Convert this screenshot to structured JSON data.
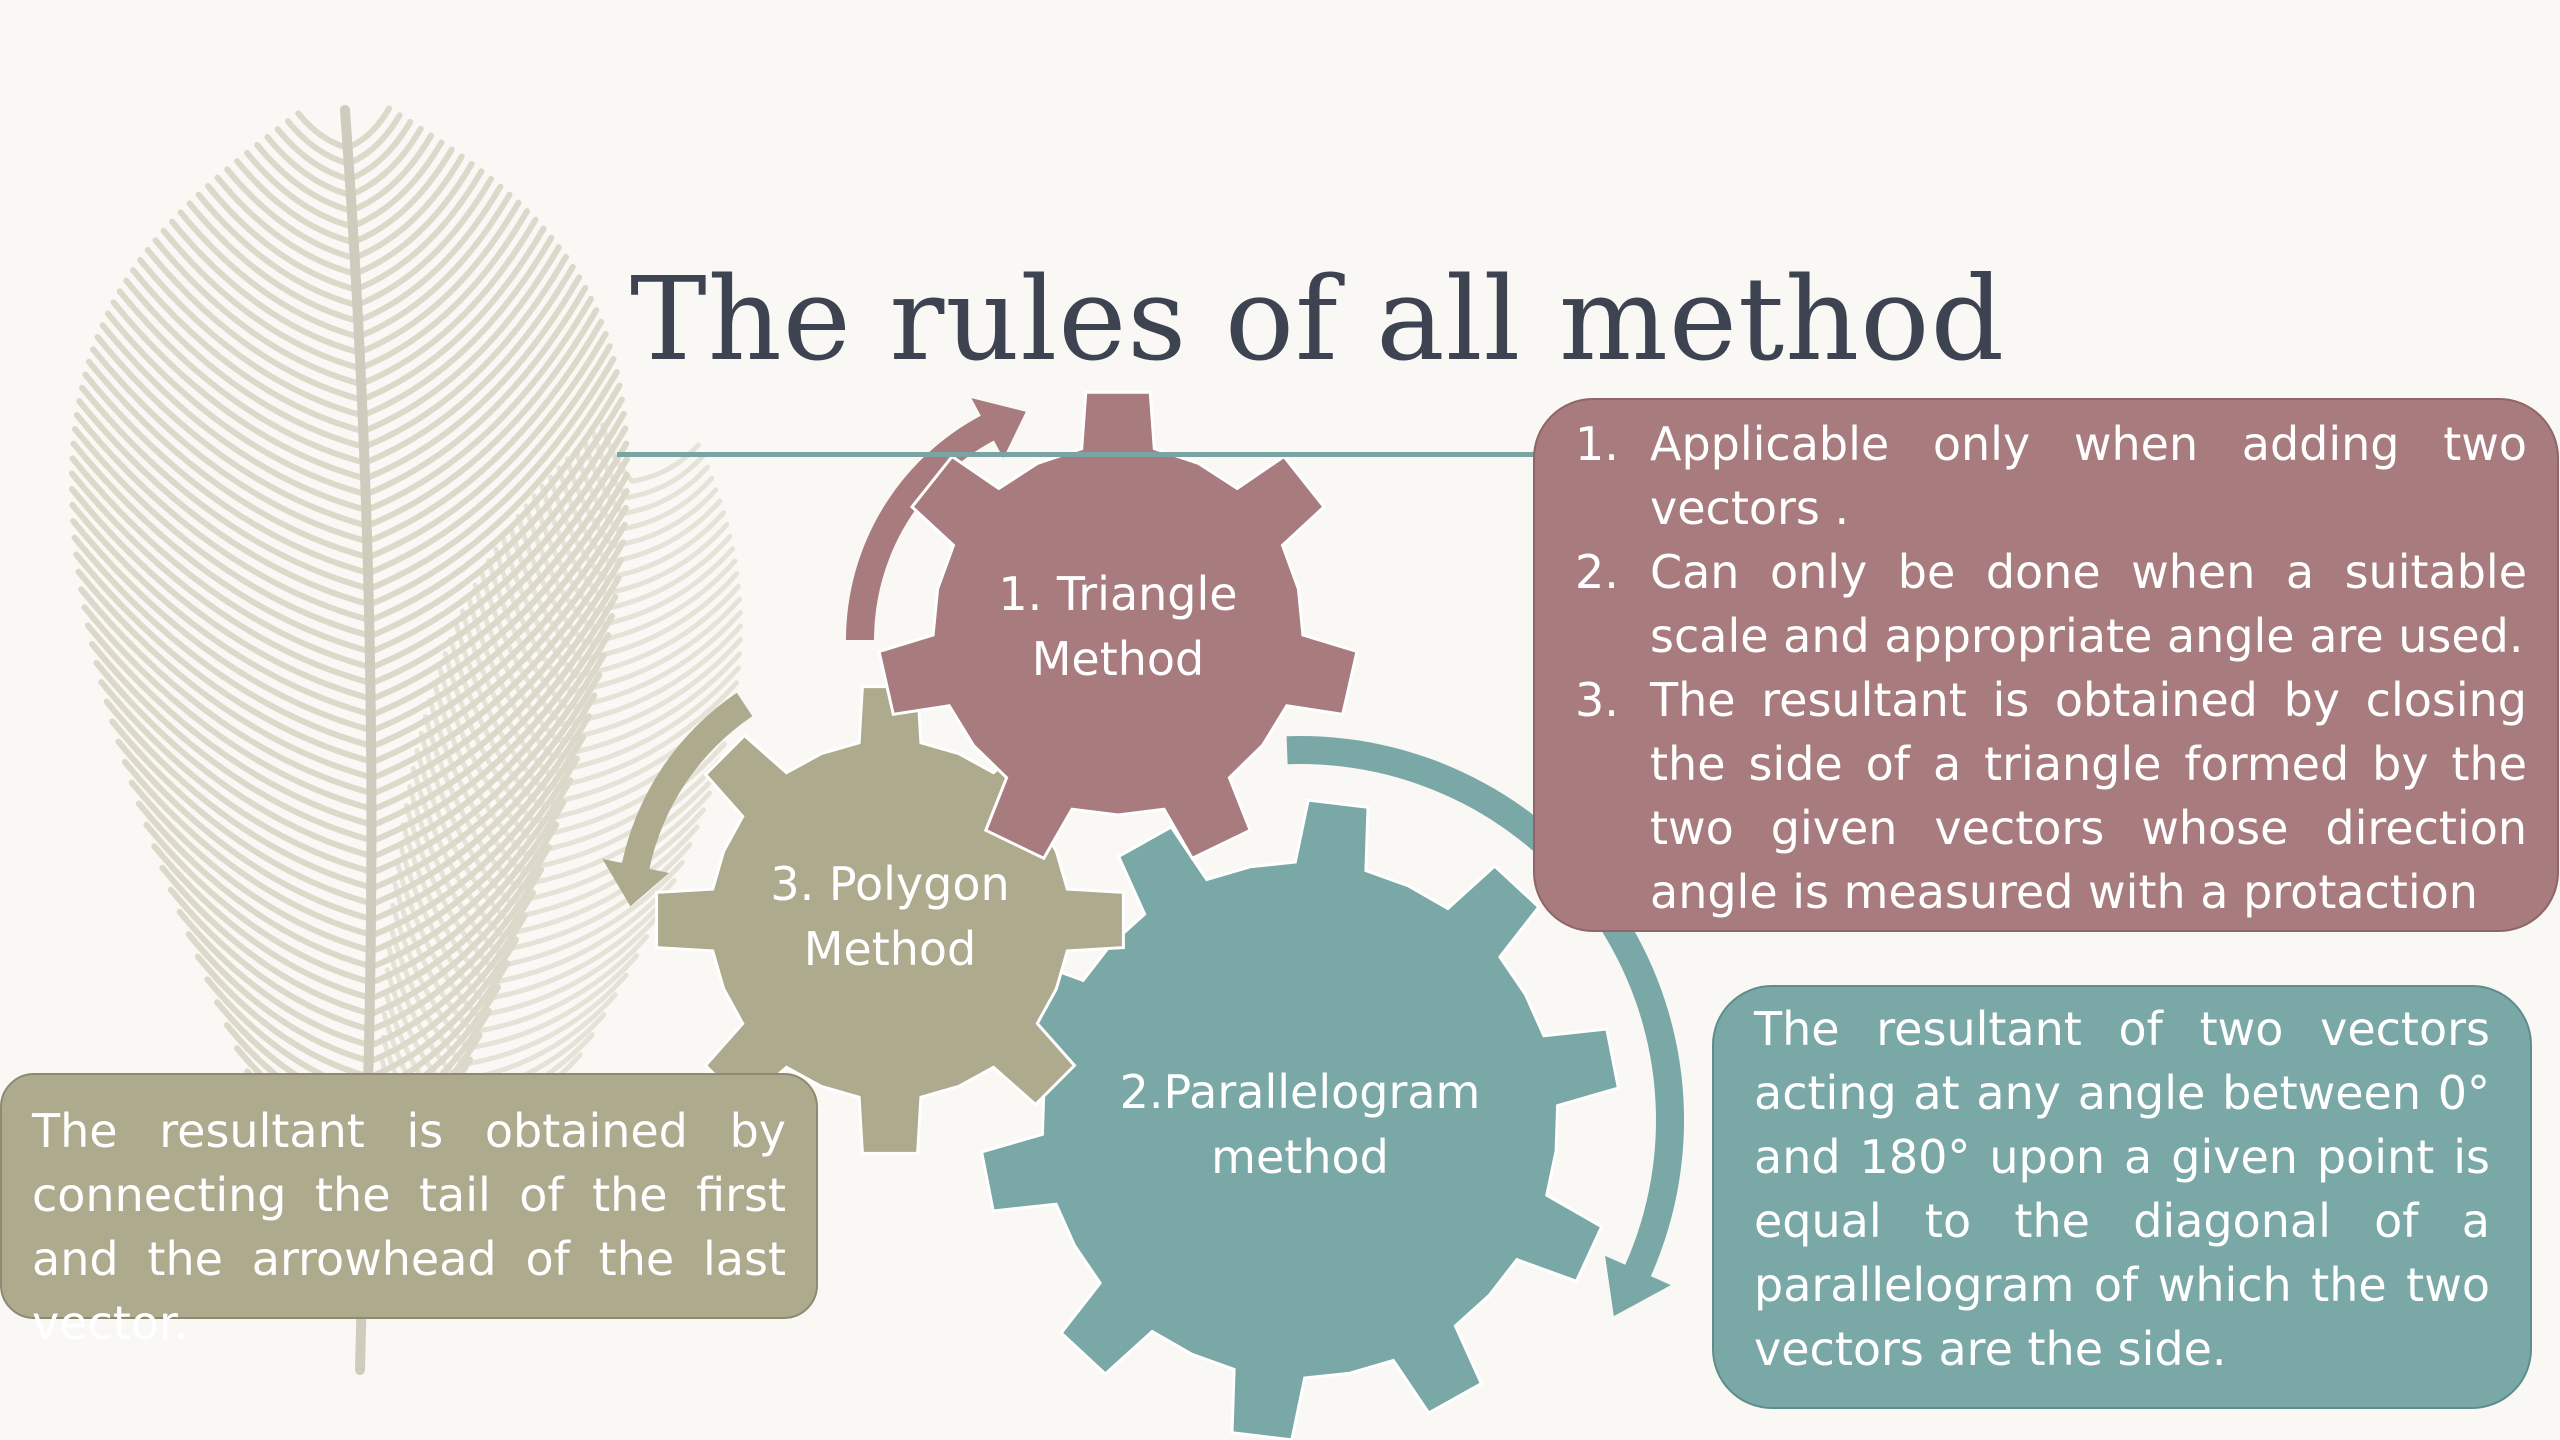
{
  "slide": {
    "title": "The rules of all method"
  },
  "gears": {
    "triangle": {
      "line1": "1. Triangle",
      "line2": "Method",
      "color": "#a87b7e"
    },
    "parallelogram": {
      "line1": "2.Parallelogram",
      "line2": "method",
      "color": "#7aa8a6"
    },
    "polygon": {
      "line1": "3. Polygon",
      "line2": "Method",
      "color": "#aeaa8d"
    }
  },
  "boxes": {
    "triangle": {
      "items": [
        {
          "num": "1.",
          "text": "Applicable only when adding two vectors ."
        },
        {
          "num": "2.",
          "text": "Can only be done when a suitable scale and appropriate angle are used."
        },
        {
          "num": "3.",
          "text": "The resultant is obtained by closing the side of a triangle formed by the two given vectors whose direction angle is measured with a protaction"
        }
      ]
    },
    "parallelogram": {
      "text": "The resultant of two vectors acting at any angle between 0° and 180° upon a given point is equal to the diagonal of a parallelogram of which the two vectors are the side."
    },
    "polygon": {
      "text": "The resultant is obtained by connecting the tail of the first and the arrowhead of the last vector."
    }
  }
}
